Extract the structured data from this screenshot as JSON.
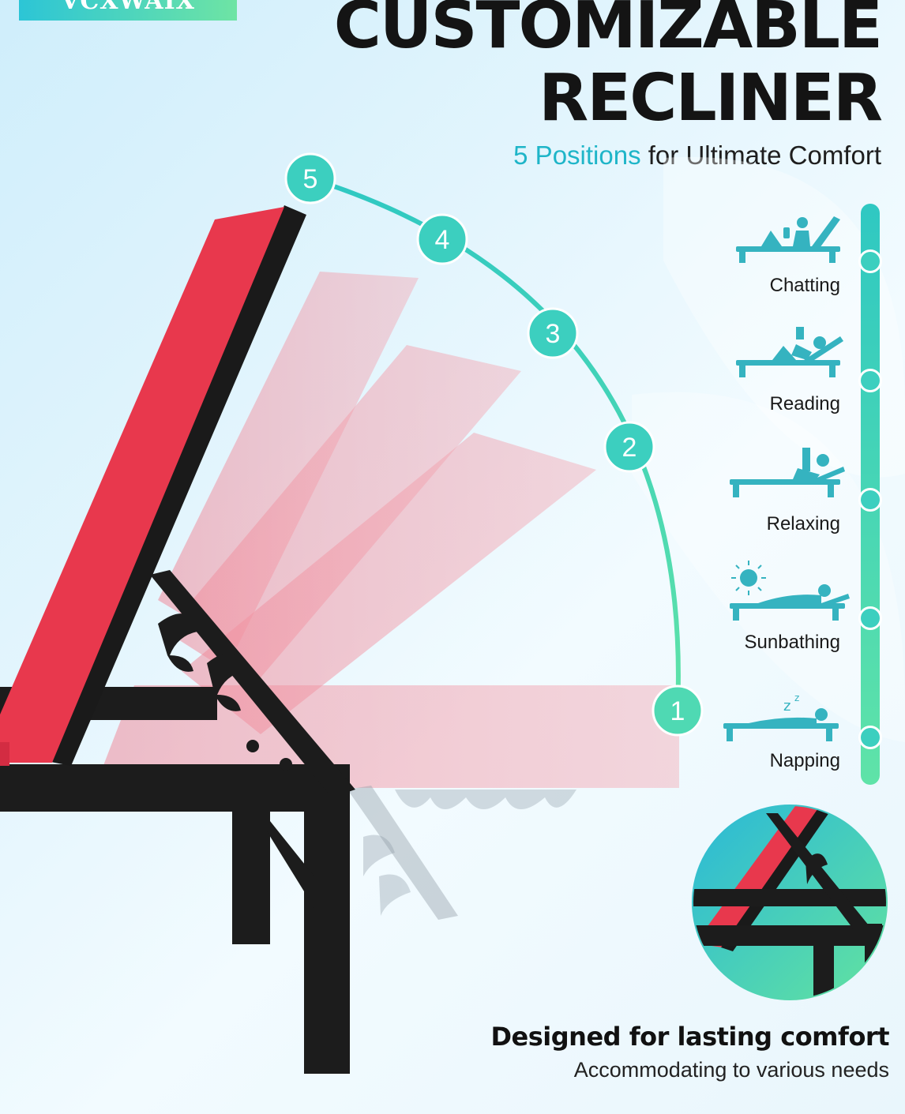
{
  "brand": {
    "logo_text": "VCXWAIX",
    "accent_color": "#1eb5c8",
    "badge_gradient": [
      "#2cc5d6",
      "#6ee4a4"
    ]
  },
  "headline": {
    "line1": "CUSTOMIZABLE",
    "line2": "RECLINER"
  },
  "subtitle": {
    "accent": "5 Positions",
    "rest": " for Ultimate Comfort"
  },
  "arc_numbers": [
    "5",
    "4",
    "3",
    "2",
    "1"
  ],
  "positions": [
    {
      "label": "Chatting",
      "icon": "chatting-person-icon"
    },
    {
      "label": "Reading",
      "icon": "reading-person-icon"
    },
    {
      "label": "Relaxing",
      "icon": "relaxing-person-icon"
    },
    {
      "label": "Sunbathing",
      "icon": "sunbathing-person-icon"
    },
    {
      "label": "Napping",
      "icon": "napping-person-icon"
    }
  ],
  "footer": {
    "title": "Designed for lasting comfort",
    "subtitle": "Accommodating to various needs"
  },
  "colors": {
    "cushion": "#e8384d",
    "frame": "#1c1c1c",
    "teal": "#38ccc4",
    "green": "#5fe3a8"
  }
}
